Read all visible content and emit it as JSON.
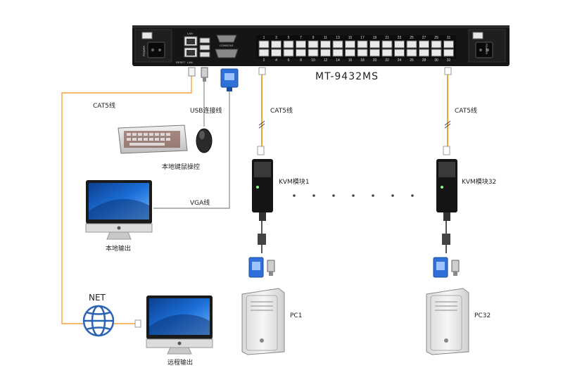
{
  "device": {
    "model": "MT-9432MS",
    "front_tags": {
      "left_power": "POWER",
      "right_power": "POWER",
      "lan_top": "LAN",
      "lan_bottom": "LAN",
      "reset": "RESET",
      "console": "CONSOLE"
    },
    "port_numbers_top": [
      "1",
      "3",
      "5",
      "7",
      "9",
      "11",
      "13",
      "15",
      "17",
      "19",
      "21",
      "23",
      "25",
      "27",
      "29",
      "31"
    ],
    "port_numbers_bottom": [
      "2",
      "4",
      "6",
      "8",
      "10",
      "12",
      "14",
      "16",
      "18",
      "20",
      "22",
      "24",
      "26",
      "28",
      "30",
      "32"
    ]
  },
  "labels": {
    "cat5_left": "CAT5线",
    "usb_cable": "USB连接线",
    "local_kb_mouse": "本地键鼠操控",
    "vga_cable": "VGA线",
    "local_output": "本地输出",
    "net": "NET",
    "remote_output": "远程输出",
    "cat5_mid": "CAT5线",
    "cat5_right": "CAT5线",
    "kvm_module_1": "KVM模块1",
    "kvm_module_32": "KVM模块32",
    "pc1": "PC1",
    "pc32": "PC32"
  },
  "colors": {
    "device_body": "#111111",
    "cat5_cable": "#f2a23a",
    "gray_cable": "#9a9a9a",
    "vga_blue": "#2f6fd8",
    "globe_blue": "#2d63b5",
    "screen_blue": "#1b6ed6"
  }
}
